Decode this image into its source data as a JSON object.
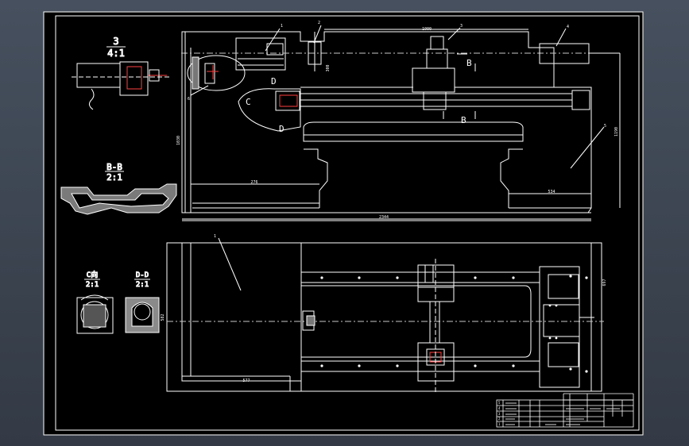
{
  "drawing": {
    "views": {
      "detail_scale_title_num": "3",
      "detail_scale_title_ratio": "4:1",
      "bb_title": "B-B",
      "bb_ratio": "2:1",
      "c_title": "C向",
      "c_ratio": "2:1",
      "dd_title": "D-D",
      "dd_ratio": "2:1"
    },
    "section_marks": {
      "c_left": "C",
      "d_top": "D",
      "d_bottom": "D",
      "b_top": "B",
      "b_bottom": "B"
    },
    "dimensions": {
      "top_1000": "1000",
      "left_vertical_1030": "1030",
      "bed_276": "276",
      "bed_534": "534",
      "overall_2344": "2344",
      "headstock_300": "300",
      "right_1190": "1190",
      "plan_577": "577",
      "plan_left_582": "582",
      "plan_right_697": "697"
    },
    "balloons": [
      "1",
      "2",
      "3",
      "4",
      "5",
      "6"
    ],
    "title_block": {
      "left_rows": [
        [
          "5",
          "",
          "",
          "",
          ""
        ],
        [
          "4",
          "",
          "",
          "",
          ""
        ],
        [
          "3",
          "",
          "",
          "",
          ""
        ],
        [
          "2",
          "",
          "",
          "",
          ""
        ],
        [
          "1",
          "",
          "",
          "",
          ""
        ]
      ],
      "right_rows": [
        [
          "",
          "",
          "",
          "",
          ""
        ],
        [
          "",
          "",
          "",
          "",
          ""
        ],
        [
          "",
          "",
          "",
          "",
          ""
        ],
        [
          "",
          "",
          "",
          "",
          ""
        ],
        [
          "",
          "",
          "",
          "",
          ""
        ]
      ]
    }
  }
}
